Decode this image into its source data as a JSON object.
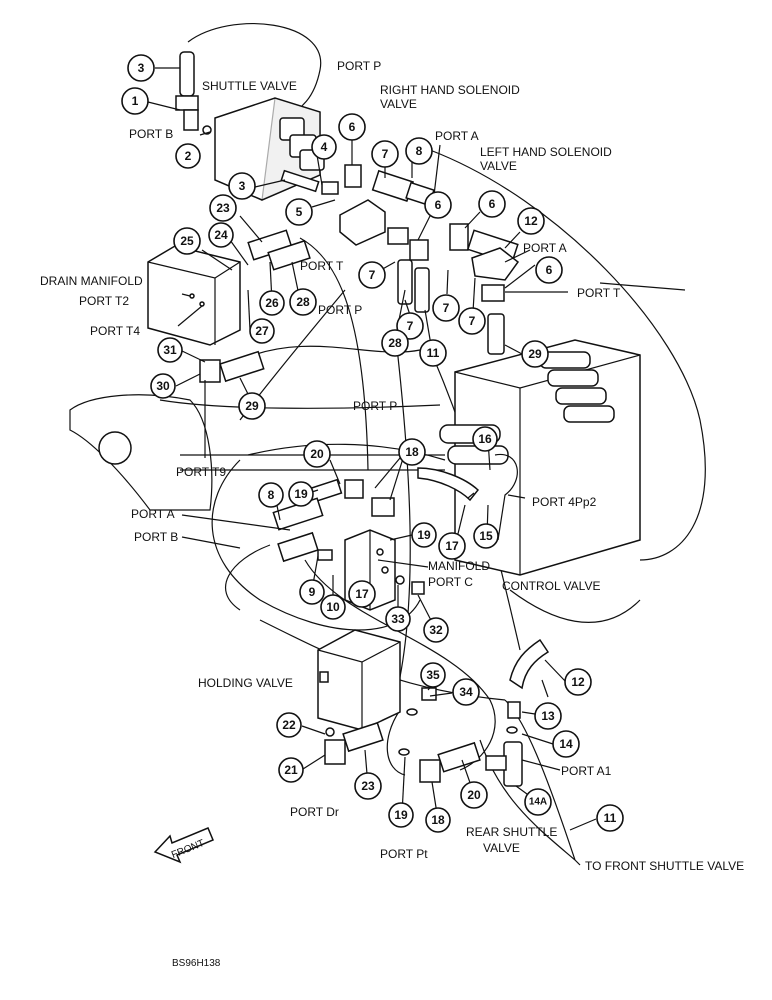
{
  "labels": {
    "shuttle_valve": "SHUTTLE VALVE",
    "port_p_top": "PORT P",
    "rh_solenoid_1": "RIGHT HAND SOLENOID",
    "rh_solenoid_2": "VALVE",
    "port_b_top": "PORT B",
    "port_a_top": "PORT A",
    "lh_solenoid_1": "LEFT HAND SOLENOID",
    "lh_solenoid_2": "VALVE",
    "port_a_right": "PORT A",
    "port_t_right": "PORT T",
    "drain_manifold": "DRAIN MANIFOLD",
    "port_t2": "PORT T2",
    "port_t4": "PORT T4",
    "port_t_mid": "PORT T",
    "port_p_mid": "PORT P",
    "port_p_center": "PORT P",
    "port_t9": "PORT T9",
    "port_4pp2": "PORT 4Pp2",
    "port_a_left": "PORT A",
    "port_b_left": "PORT B",
    "manifold": "MANIFOLD",
    "port_c": "PORT C",
    "control_valve": "CONTROL VALVE",
    "holding_valve": "HOLDING VALVE",
    "port_a1": "PORT A1",
    "port_dr": "PORT Dr",
    "port_pt": "PORT Pt",
    "rear_shuttle_1": "REAR SHUTTLE",
    "rear_shuttle_2": "VALVE",
    "to_front_shuttle": "TO FRONT SHUTTLE VALVE",
    "front_arrow": "FRONT",
    "drawing_code": "BS96H138"
  },
  "callouts": {
    "c1": "1",
    "c2": "2",
    "c3a": "3",
    "c3b": "3",
    "c4": "4",
    "c5": "5",
    "c6a": "6",
    "c6b": "6",
    "c6c": "6",
    "c6d": "6",
    "c7a": "7",
    "c7b": "7",
    "c7c": "7",
    "c7d": "7",
    "c7e": "7",
    "c8a": "8",
    "c8b": "8",
    "c9": "9",
    "c10": "10",
    "c11a": "11",
    "c11b": "11",
    "c12a": "12",
    "c12b": "12",
    "c13": "13",
    "c14": "14",
    "c14a": "14A",
    "c15": "15",
    "c16": "16",
    "c17a": "17",
    "c17b": "17",
    "c18a": "18",
    "c18b": "18",
    "c19a": "19",
    "c19b": "19",
    "c19c": "19",
    "c20a": "20",
    "c20b": "20",
    "c21": "21",
    "c22": "22",
    "c23a": "23",
    "c23b": "23",
    "c24": "24",
    "c25": "25",
    "c26": "26",
    "c27": "27",
    "c28a": "28",
    "c28b": "28",
    "c29a": "29",
    "c29b": "29",
    "c30": "30",
    "c31": "31",
    "c32": "32",
    "c33": "33",
    "c34": "34",
    "c35": "35"
  }
}
